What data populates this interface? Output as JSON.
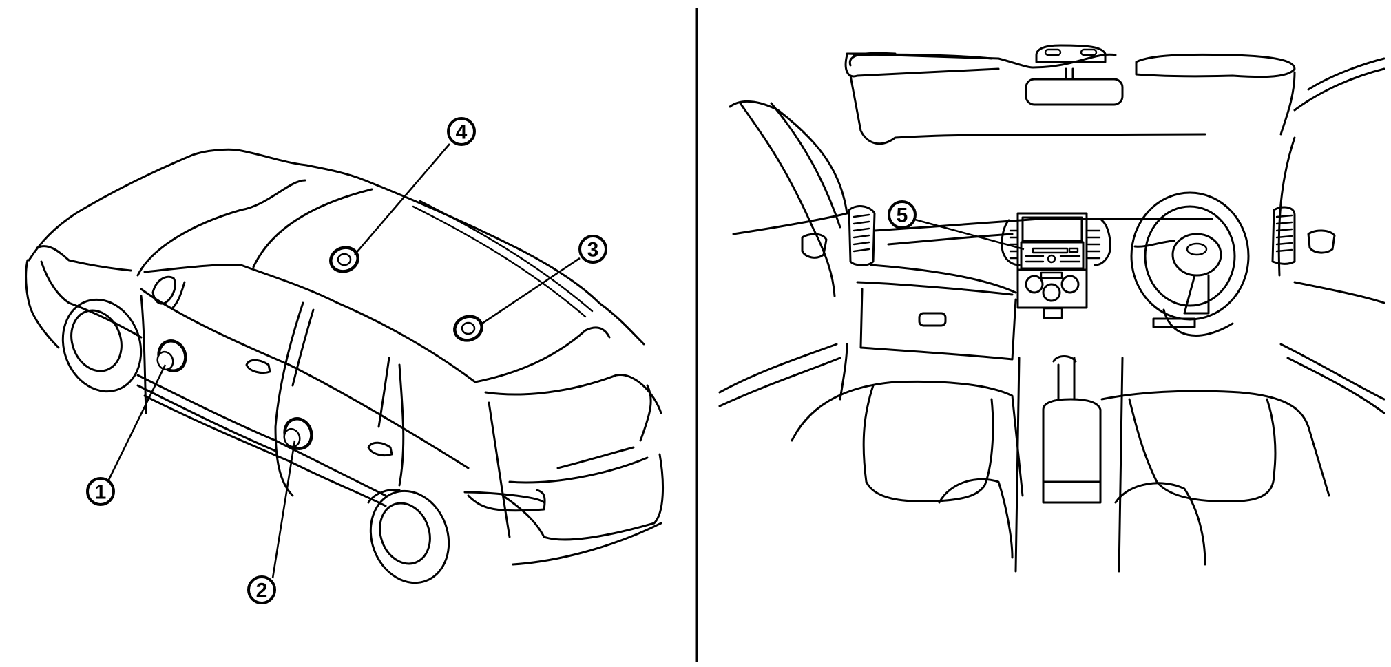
{
  "diagram": {
    "colors": {
      "line": "#000000",
      "background": "#ffffff"
    },
    "panels": [
      {
        "name": "exterior-view",
        "subject": "vehicle-exterior-rear-left-view"
      },
      {
        "name": "interior-view",
        "subject": "vehicle-interior-dashboard-view"
      }
    ],
    "callouts": [
      {
        "id": "1",
        "label": "1",
        "target": "front-door-speaker"
      },
      {
        "id": "2",
        "label": "2",
        "target": "rear-door-speaker"
      },
      {
        "id": "3",
        "label": "3",
        "target": "roof-speaker-rear"
      },
      {
        "id": "4",
        "label": "4",
        "target": "roof-speaker-front"
      },
      {
        "id": "5",
        "label": "5",
        "target": "audio-unit"
      }
    ]
  }
}
